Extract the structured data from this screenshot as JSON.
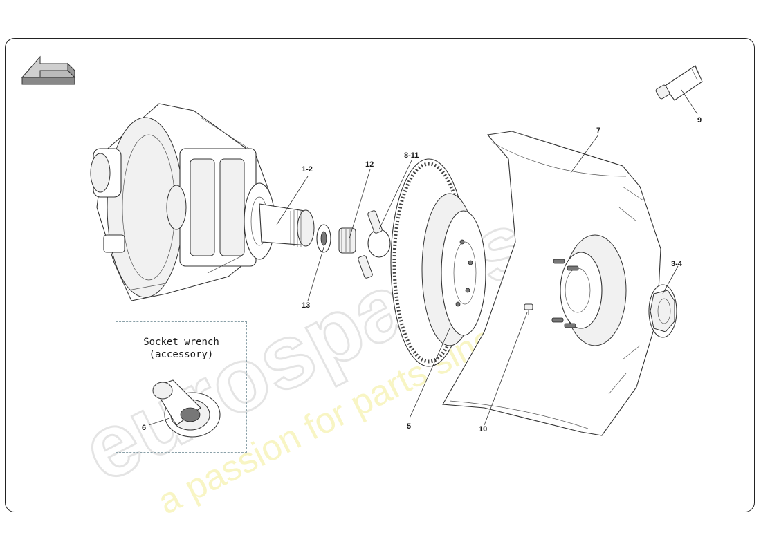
{
  "watermark": {
    "brand": "eurospares",
    "tagline": "a passion for parts since 1985",
    "brand_color": "#d9d9d9",
    "tagline_color": "#f2ee8a"
  },
  "accessory": {
    "line1": "Socket wrench",
    "line2": "(accessory)"
  },
  "callouts": {
    "c1": "1-2",
    "c12": "12",
    "c811": "8-11",
    "c7": "7",
    "c9": "9",
    "c34": "3-4",
    "c13": "13",
    "c6": "6",
    "c5": "5",
    "c10": "10"
  },
  "icons": {
    "direction": "direction-arrow-icon"
  }
}
